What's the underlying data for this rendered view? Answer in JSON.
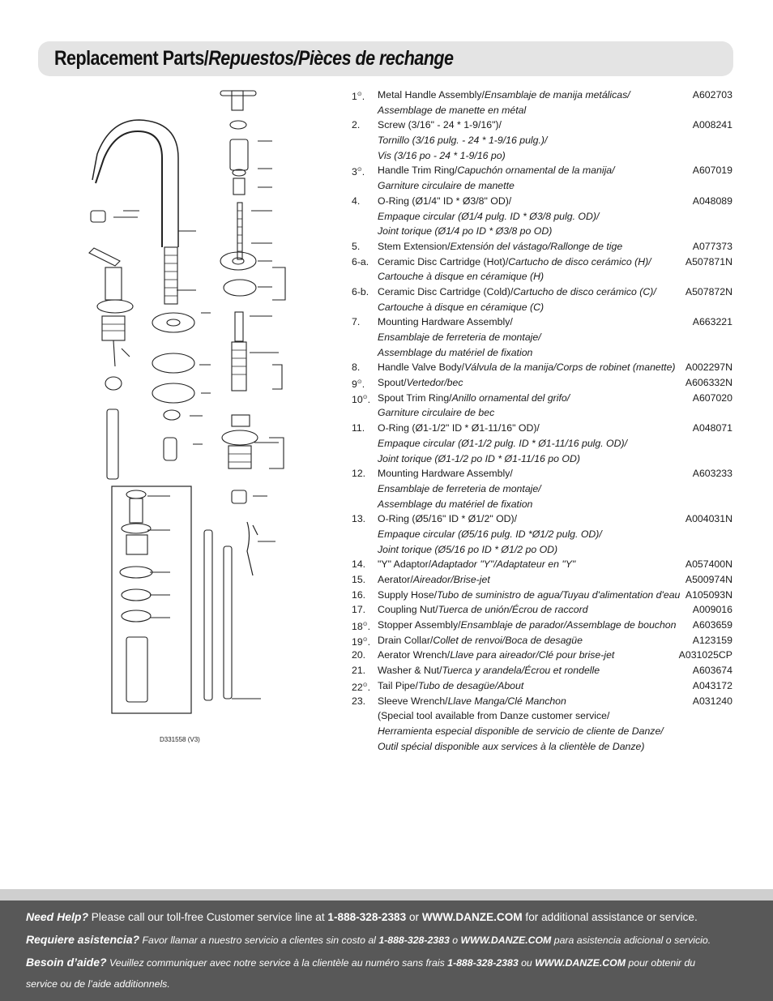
{
  "title": {
    "english": "Replacement Parts/",
    "other": "Repuestos/Pièces de rechange"
  },
  "drawing_code": "D331558 (V3)",
  "parts": [
    {
      "num": "1",
      "mark": "⊙",
      "en": "Metal Handle Assembly/",
      "es_fr": "Ensamblaje de manija metálicas/",
      "code": "A602703",
      "extra": [
        "Assemblage de manette en métal"
      ]
    },
    {
      "num": "2.",
      "mark": "",
      "en": "Screw (3/16\" - 24 * 1-9/16\")/",
      "es_fr": "",
      "code": "A008241",
      "extra": [
        "Tornillo (3/16 pulg. - 24 * 1-9/16 pulg.)/",
        "Vis (3/16 po - 24 * 1-9/16 po)"
      ]
    },
    {
      "num": "3",
      "mark": "⊙",
      "en": "Handle Trim Ring/",
      "es_fr": "Capuchón ornamental de la manija/",
      "code": "A607019",
      "extra": [
        "Garniture circulaire de manette"
      ]
    },
    {
      "num": "4.",
      "mark": "",
      "en": "O-Ring (Ø1/4\" ID * Ø3/8\" OD)/",
      "es_fr": "",
      "code": "A048089",
      "extra": [
        "Empaque circular (Ø1/4 pulg. ID * Ø3/8 pulg. OD)/",
        "Joint torique (Ø1/4 po ID * Ø3/8 po OD)"
      ]
    },
    {
      "num": "5.",
      "mark": "",
      "en": "Stem Extension/",
      "es_fr": "Extensión del vástago/Rallonge de tige",
      "code": "A077373",
      "extra": []
    },
    {
      "num": "6-a.",
      "mark": "",
      "en": "Ceramic Disc Cartridge (Hot)/",
      "es_fr": "Cartucho de disco cerámico (H)/",
      "code": "A507871N",
      "extra": [
        "Cartouche à disque en céramique (H)"
      ]
    },
    {
      "num": "6-b.",
      "mark": "",
      "en": "Ceramic Disc Cartridge (Cold)/",
      "es_fr": "Cartucho de disco cerámico (C)/",
      "code": "A507872N",
      "extra": [
        "Cartouche à disque en céramique (C)"
      ]
    },
    {
      "num": "7.",
      "mark": "",
      "en": "Mounting Hardware Assembly/",
      "es_fr": "",
      "code": "A663221",
      "extra": [
        "Ensamblaje de ferreteria de montaje/",
        "Assemblage du matériel de fixation"
      ]
    },
    {
      "num": "8.",
      "mark": "",
      "en": "Handle Valve Body/",
      "es_fr": "Válvula de la manija/Corps de robinet (manette)",
      "code": "A002297N",
      "extra": []
    },
    {
      "num": "9",
      "mark": "⊙",
      "en": "Spout/",
      "es_fr": "Vertedor/bec",
      "code": "A606332N",
      "extra": []
    },
    {
      "num": "10",
      "mark": "⊙",
      "en": "Spout Trim Ring/",
      "es_fr": "Anillo ornamental del grifo/",
      "code": "A607020",
      "extra": [
        "Garniture circulaire de bec"
      ]
    },
    {
      "num": "11.",
      "mark": "",
      "en": "O-Ring (Ø1-1/2\" ID * Ø1-11/16\" OD)/",
      "es_fr": "",
      "code": "A048071",
      "extra": [
        "Empaque circular (Ø1-1/2 pulg. ID * Ø1-11/16 pulg. OD)/",
        "Joint torique (Ø1-1/2 po ID * Ø1-11/16 po OD)"
      ]
    },
    {
      "num": "12.",
      "mark": "",
      "en": "Mounting Hardware Assembly/",
      "es_fr": "",
      "code": "A603233",
      "extra": [
        "Ensamblaje de ferreteria de montaje/",
        "Assemblage du matériel de fixation"
      ]
    },
    {
      "num": "13.",
      "mark": "",
      "en": "O-Ring (Ø5/16\" ID * Ø1/2\" OD)/",
      "es_fr": "",
      "code": "A004031N",
      "extra": [
        "Empaque circular (Ø5/16 pulg. ID *Ø1/2 pulg. OD)/",
        "Joint torique (Ø5/16 po ID * Ø1/2 po OD)"
      ]
    },
    {
      "num": "14.",
      "mark": "",
      "en": "\"Y\" Adaptor/",
      "es_fr": "Adaptador \"Y\"/Adaptateur en \"Y\"",
      "code": "A057400N",
      "extra": []
    },
    {
      "num": "15.",
      "mark": "",
      "en": "Aerator/",
      "es_fr": "Aireador/Brise-jet",
      "code": "A500974N",
      "extra": []
    },
    {
      "num": "16.",
      "mark": "",
      "en": "Supply Hose/",
      "es_fr": "Tubo de suministro de agua/Tuyau d'alimentation d'eau",
      "code": "A105093N",
      "extra": []
    },
    {
      "num": "17.",
      "mark": "",
      "en": "Coupling Nut/",
      "es_fr": "Tuerca de unión/Écrou de raccord",
      "code": "A009016",
      "extra": []
    },
    {
      "num": "18",
      "mark": "⊙",
      "en": "Stopper Assembly/",
      "es_fr": "Ensamblaje de parador/Assemblage de bouchon",
      "code": "A603659",
      "extra": []
    },
    {
      "num": "19",
      "mark": "⊙",
      "en": "Drain Collar/",
      "es_fr": "Collet de renvoi/Boca de desagüe",
      "code": "A123159",
      "extra": []
    },
    {
      "num": "20.",
      "mark": "",
      "en": "Aerator Wrench/",
      "es_fr": "Llave para aireador/Clé pour brise-jet",
      "code": "A031025CP",
      "extra": []
    },
    {
      "num": "21.",
      "mark": "",
      "en": "Washer & Nut/",
      "es_fr": "Tuerca y arandela/Écrou et rondelle",
      "code": "A603674",
      "extra": []
    },
    {
      "num": "22",
      "mark": "⊙",
      "en": "Tail Pipe/",
      "es_fr": "Tubo de desagüe/About",
      "code": "A043172",
      "extra": []
    },
    {
      "num": "23.",
      "mark": "",
      "en": "Sleeve Wrench/",
      "es_fr": "Llave Manga/Clé Manchon",
      "code": "A031240",
      "extra": [
        "(Special tool available from Danze customer service/",
        "Herramienta especial disponible de servicio de cliente de Danze/",
        "Outil spécial disponible aux services à la clientèle de Danze)"
      ],
      "extra_italic_from": 1
    }
  ],
  "footer": {
    "en_lead": "Need Help?",
    "en_text1": " Please call our toll-free Customer service line at ",
    "phone": "1-888-328-2383",
    "en_or": " or ",
    "web": "WWW.DANZE.COM",
    "en_text2": " for additional assistance or service.",
    "es_lead": "Requiere asistencia?",
    "es_text1": " Favor llamar a nuestro servicio a clientes sin costo al ",
    "es_or": " o ",
    "es_text2": " para asistencia adicional o servicio.",
    "fr_lead": "Besoin d’aide?",
    "fr_text1": " Veuillez communiquer avec notre service à la clientèle au numéro sans frais ",
    "fr_or": " ou ",
    "fr_text2": " pour obtenir du",
    "fr_text3": "service ou de l’aide additionnels."
  }
}
